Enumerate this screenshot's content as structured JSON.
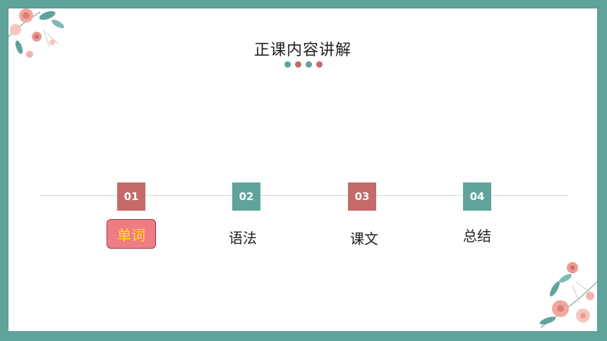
{
  "slide": {
    "title": "正课内容讲解"
  },
  "colors": {
    "frame": "#5fa39b",
    "teal": "#5fa39b",
    "rose": "#c46a6a",
    "active_fill": "#f07c84",
    "active_text": "#ffe61a"
  },
  "title_dots": [
    "teal",
    "rose",
    "teal",
    "rose"
  ],
  "steps": [
    {
      "num": "01",
      "label": "单词",
      "active": true
    },
    {
      "num": "02",
      "label": "语法",
      "active": false
    },
    {
      "num": "03",
      "label": "课文",
      "active": false
    },
    {
      "num": "04",
      "label": "总结",
      "active": false
    }
  ],
  "decorations": [
    "floral-corner-top-left",
    "floral-corner-bottom-right"
  ]
}
